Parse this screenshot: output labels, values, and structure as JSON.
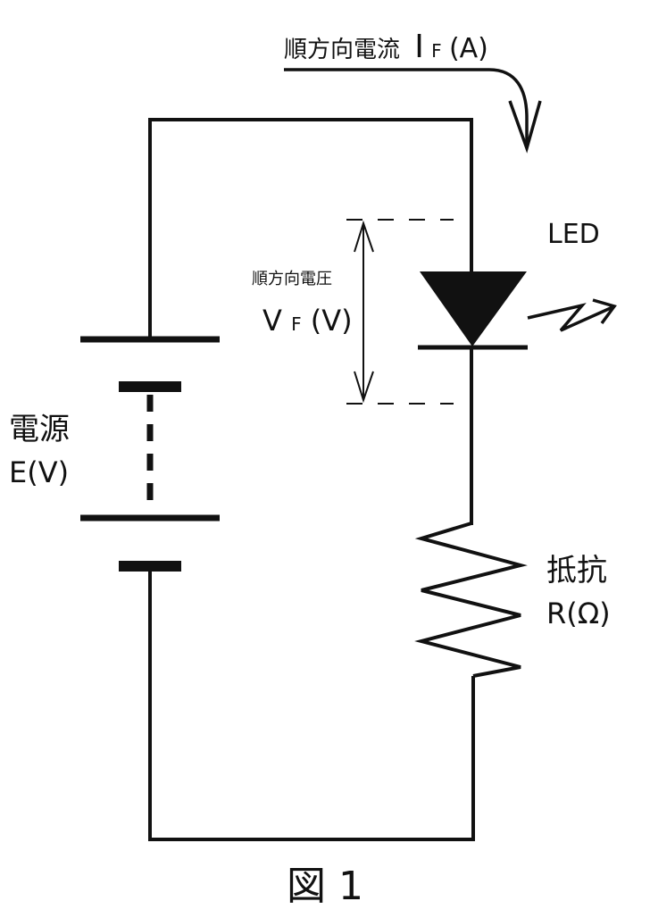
{
  "current_label": {
    "text": "順方向電流",
    "symbol": "I",
    "subscript": "F",
    "unit": "(A)"
  },
  "voltage_label": {
    "text": "順方向電圧",
    "symbol": "V",
    "subscript": "F",
    "unit": "(V)"
  },
  "led_label": "LED",
  "source_label": {
    "name": "電源",
    "symbol_unit": "E(V)"
  },
  "resistor_label": {
    "name": "抵抗",
    "symbol_unit": "R(Ω)"
  },
  "figure_caption": "図 1",
  "colors": {
    "line": "#111111",
    "background": "#ffffff"
  }
}
